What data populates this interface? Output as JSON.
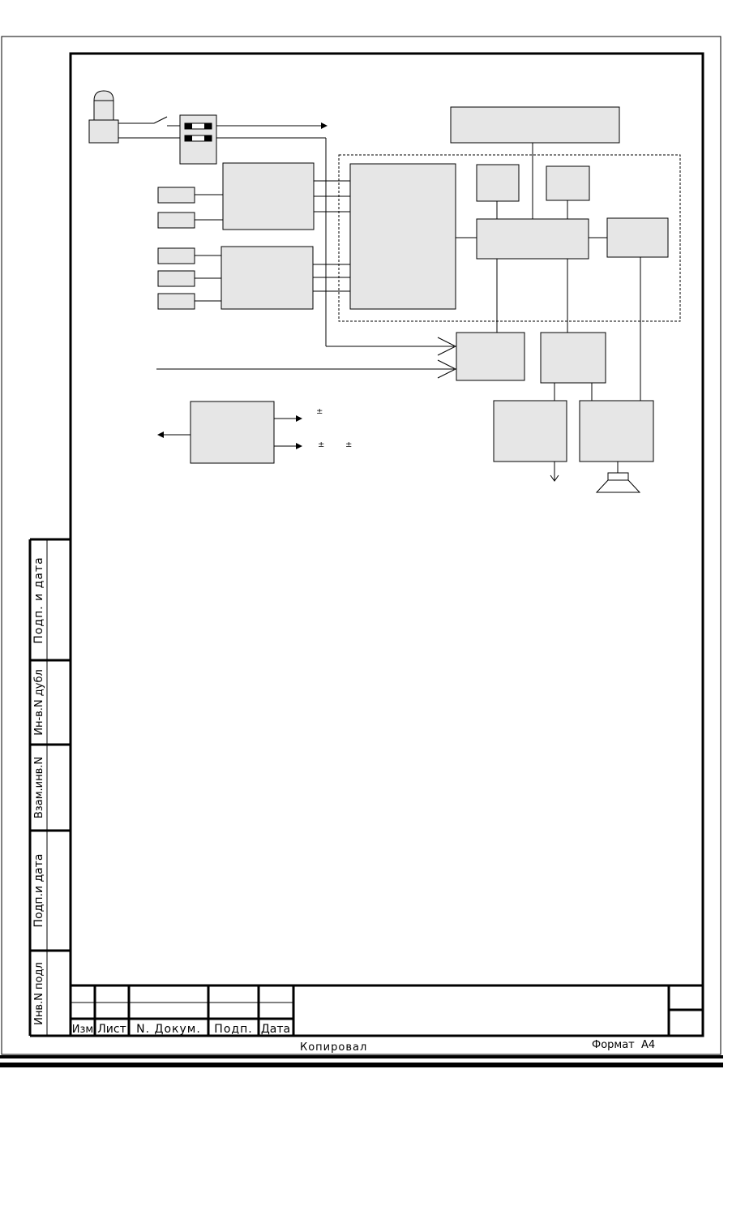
{
  "side_stamp": [
    {
      "id": "inv_podl",
      "label": "Инв.N подл"
    },
    {
      "id": "podp_data_1",
      "label": "Подп.и дата"
    },
    {
      "id": "vzam_inv",
      "label": "Взам.инв.N"
    },
    {
      "id": "inv_dubl",
      "label": "Ин-в.N дубл"
    },
    {
      "id": "podp_data_2",
      "label": "Подп. и дата"
    }
  ],
  "title_block": {
    "columns": [
      {
        "id": "izm",
        "label": "Изм"
      },
      {
        "id": "list",
        "label": "Лист"
      },
      {
        "id": "n_dokum",
        "label": "N. Докум."
      },
      {
        "id": "podp",
        "label": "Подп."
      },
      {
        "id": "data",
        "label": "Дата"
      }
    ]
  },
  "footer": {
    "copied": "Копировал",
    "format": "Формат  А4"
  },
  "diagram": {
    "pm_symbols": [
      "±",
      "±",
      "±"
    ]
  }
}
